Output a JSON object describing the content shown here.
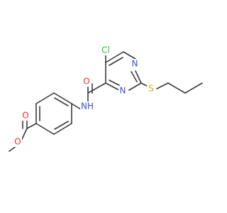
{
  "molecule": {
    "colors": {
      "bond": "#3a3a3a",
      "carbon": "#3a3a3a",
      "nitrogen": "#3b4fe0",
      "oxygen": "#ff2a2a",
      "chlorine": "#2cc22c",
      "sulfur": "#c8b400"
    },
    "labels": {
      "chlorine": "Cl",
      "ring_nitrogen_top": "N",
      "ring_nitrogen_bottom": "N",
      "sulfur": "S",
      "amide_oxygen": "O",
      "amide_nh": "NH",
      "ester_carbonyl_oxygen": "O",
      "ester_ether_oxygen": "O"
    }
  }
}
